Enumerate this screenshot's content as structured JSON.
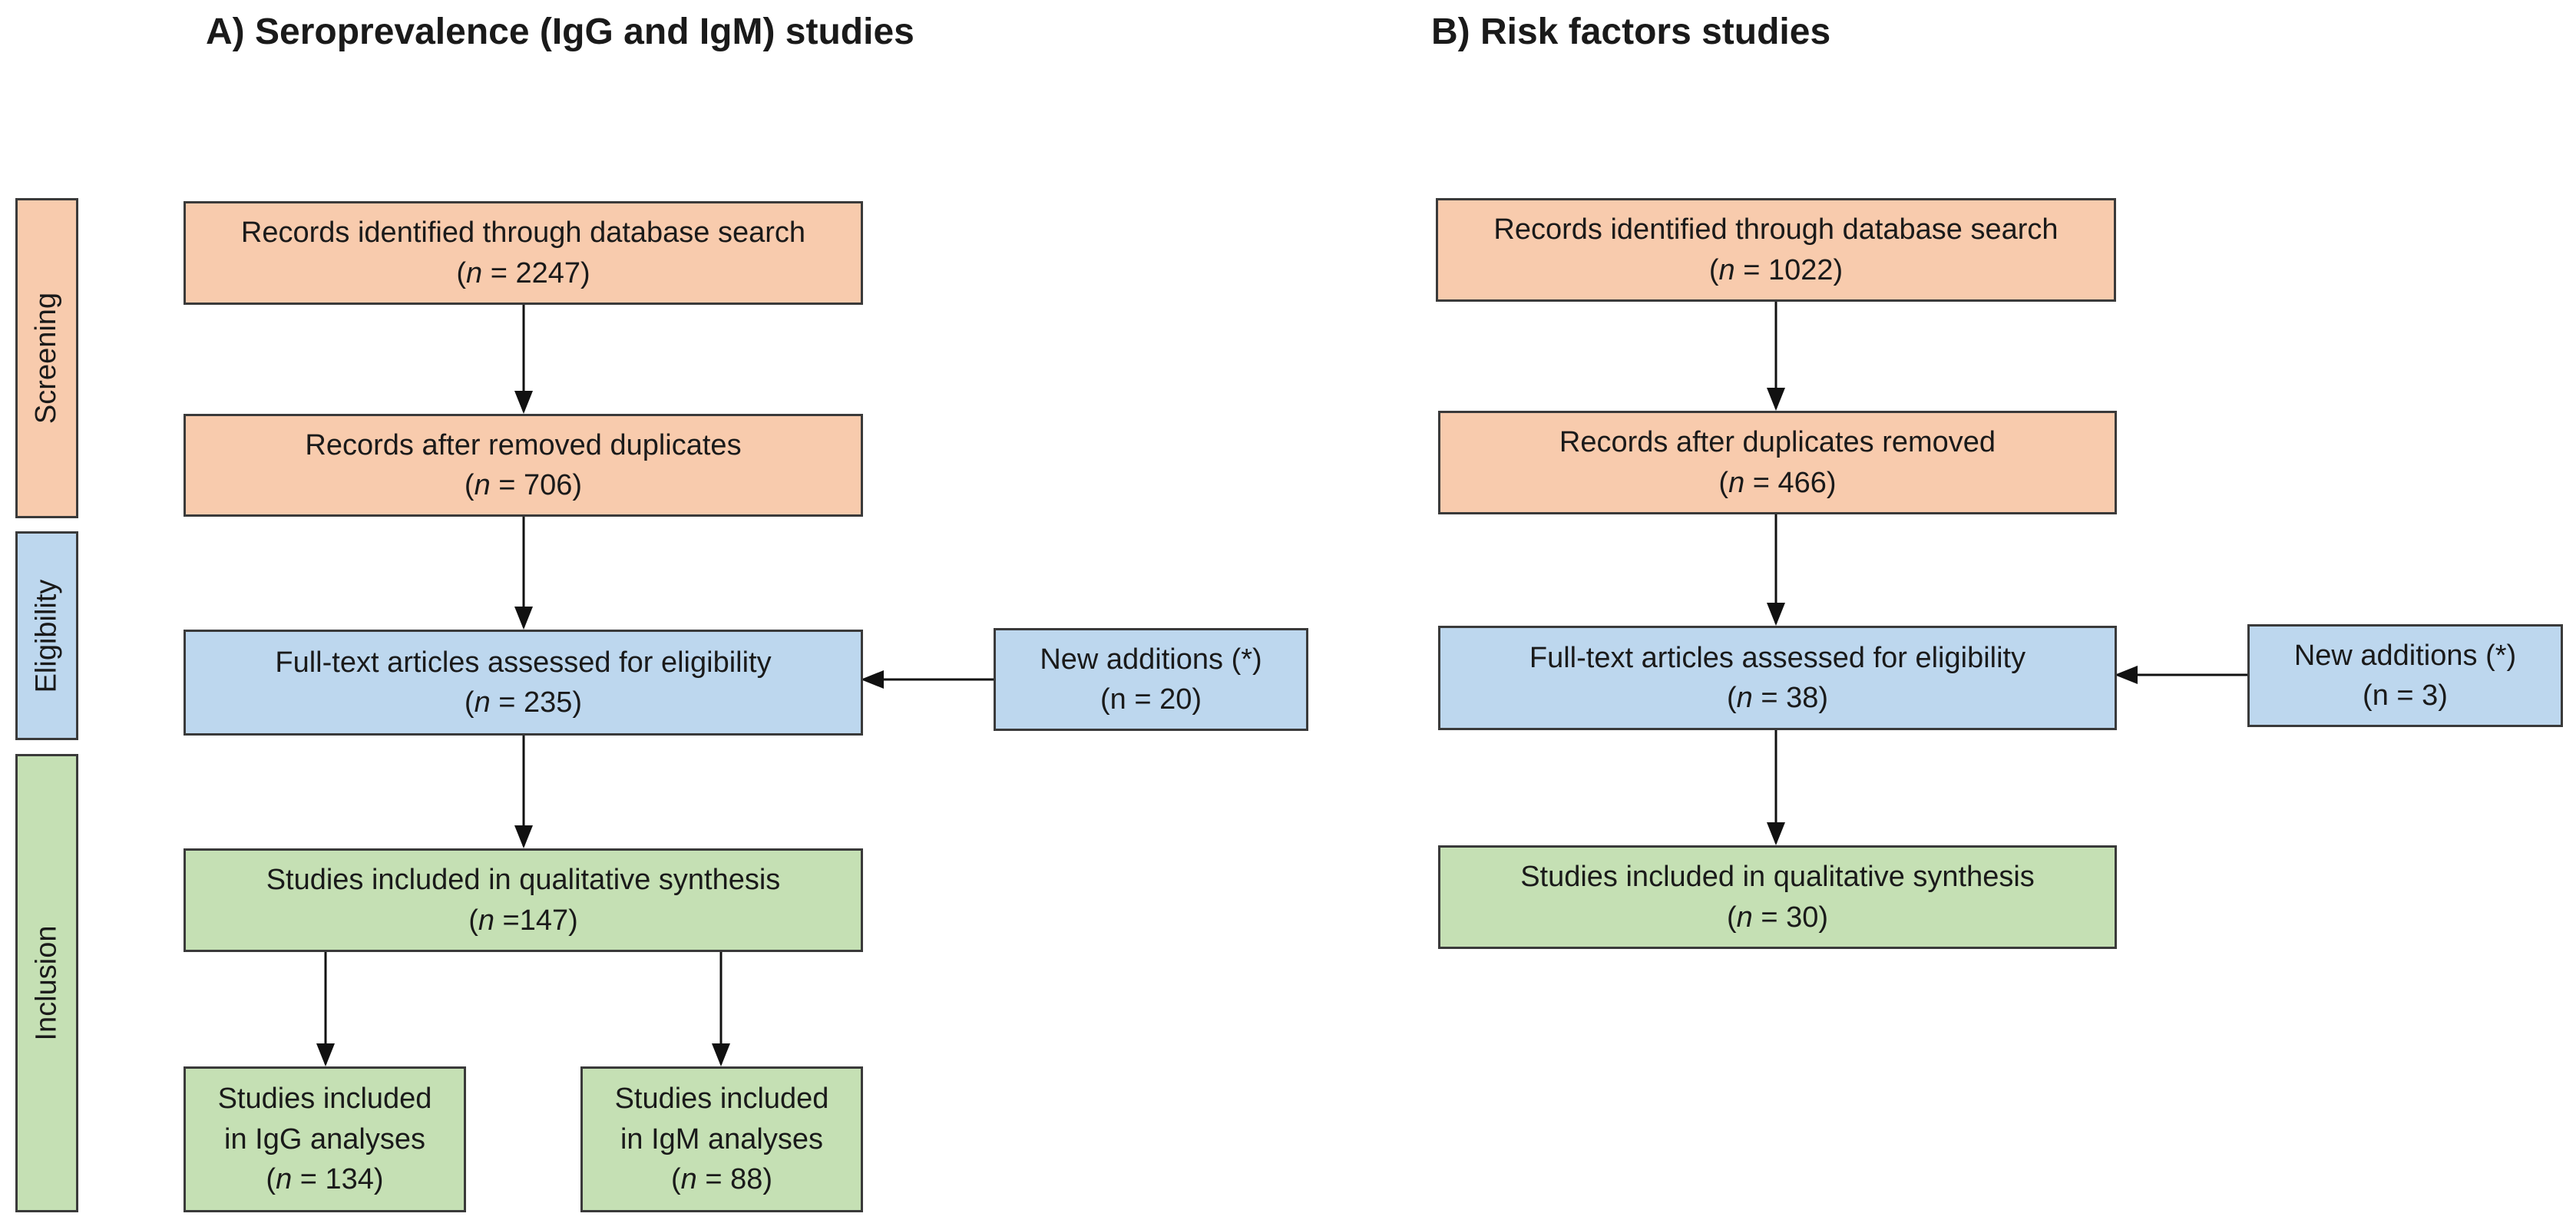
{
  "panel_a": {
    "title": "A) Seroprevalence (IgG and IgM) studies",
    "records_identified": {
      "label": "Records identified through database search",
      "n_var": "n",
      "n_text": " = 2247)"
    },
    "records_after": {
      "label": "Records after removed duplicates",
      "n_var": "n",
      "n_text": " = 706)"
    },
    "fulltext": {
      "label": "Full-text articles assessed for eligibility",
      "n_var": "n",
      "n_text": " = 235)"
    },
    "new_additions": {
      "label": "New additions (*)",
      "n_line": "(n = 20)"
    },
    "qualitative": {
      "label": "Studies included in qualitative synthesis",
      "n_var": "n",
      "n_text": " =147)"
    },
    "igg": {
      "line1": "Studies included",
      "line2": "in IgG analyses",
      "n_var": "n",
      "n_text": " = 134)"
    },
    "igm": {
      "line1": "Studies included",
      "line2": "in IgM analyses",
      "n_var": "n",
      "n_text": " = 88)"
    }
  },
  "panel_b": {
    "title": "B) Risk factors studies",
    "records_identified": {
      "label": "Records identified through database search",
      "n_var": "n",
      "n_text": " = 1022)"
    },
    "records_after": {
      "label": "Records after duplicates removed",
      "n_var": "n",
      "n_text": " = 466)"
    },
    "fulltext": {
      "label": "Full-text articles assessed for eligibility",
      "n_var": "n",
      "n_text": " = 38)"
    },
    "new_additions": {
      "label": "New additions (*)",
      "n_line": "(n = 3)"
    },
    "qualitative": {
      "label": "Studies included in qualitative synthesis",
      "n_var": "n",
      "n_text": " = 30)"
    }
  },
  "phases": {
    "screening": "Screening",
    "eligibility": "Eligibility",
    "inclusion": "Inclusion"
  },
  "colors": {
    "screening": "#f8cbad",
    "eligibility": "#bdd7ee",
    "inclusion": "#c5e0b4",
    "border": "#3a3a3a"
  }
}
